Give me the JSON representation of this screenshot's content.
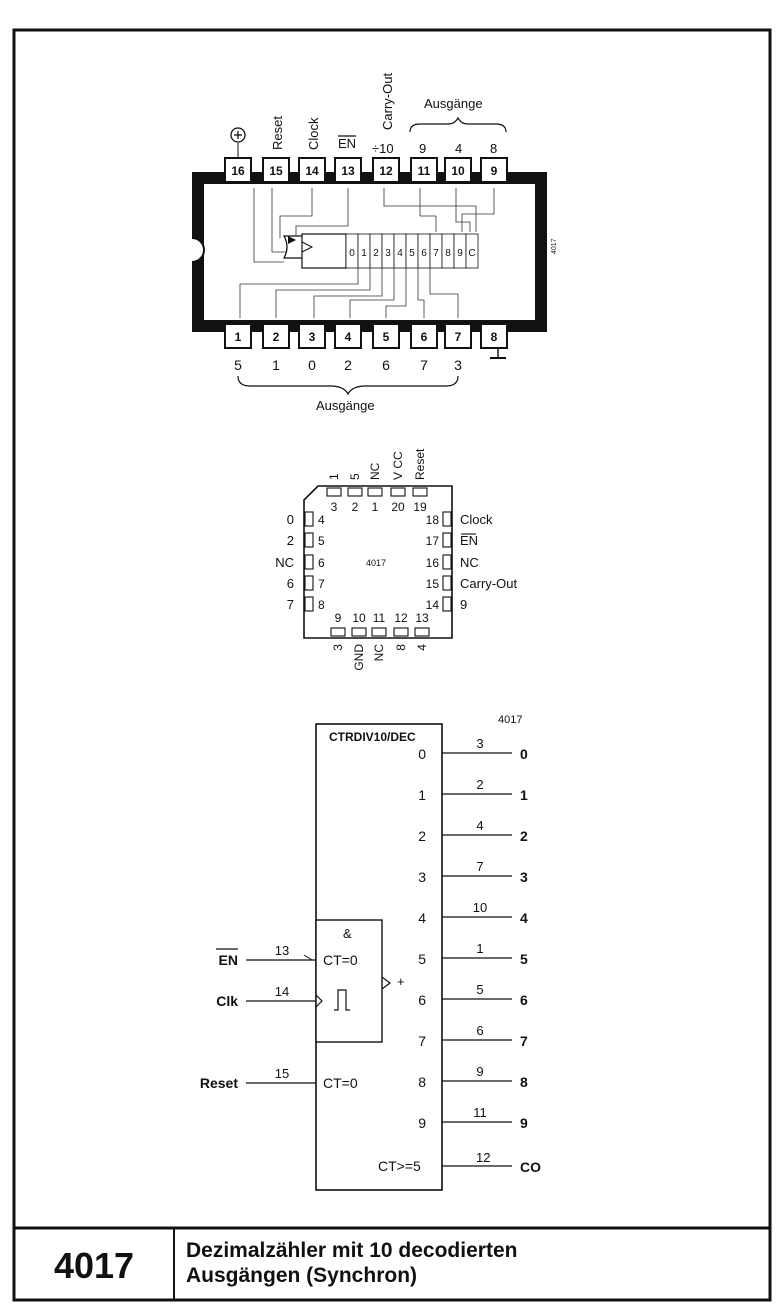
{
  "ic": "4017",
  "footer": {
    "number": "4017",
    "title_line1": "Dezimalzähler mit 10 decodierten",
    "title_line2": "Ausgängen (Synchron)"
  },
  "dip": {
    "top_pin_numbers": [
      "16",
      "15",
      "14",
      "13",
      "12",
      "11",
      "10",
      "9"
    ],
    "top_labels": [
      "⊕",
      "Reset",
      "Clock",
      "EN",
      "Carry-Out"
    ],
    "top_function_labels": [
      "÷10",
      "9",
      "4",
      "8"
    ],
    "top_group_label": "Ausgänge",
    "bottom_pin_numbers": [
      "1",
      "2",
      "3",
      "4",
      "5",
      "6",
      "7",
      "8"
    ],
    "bottom_labels": [
      "5",
      "1",
      "0",
      "2",
      "6",
      "7",
      "3",
      "⊥"
    ],
    "bottom_group_label": "Ausgänge",
    "counter_cells": [
      "0",
      "1",
      "2",
      "3",
      "4",
      "5",
      "6",
      "7",
      "8",
      "9",
      "C"
    ],
    "chip_mark": "4017"
  },
  "plcc": {
    "top_labels": [
      "1",
      "5",
      "NC",
      "V CC",
      "Reset"
    ],
    "top_pins": [
      "3",
      "2",
      "1",
      "20",
      "19"
    ],
    "left_labels": [
      "0",
      "2",
      "NC",
      "6",
      "7"
    ],
    "left_pins": [
      "4",
      "5",
      "6",
      "7",
      "8"
    ],
    "right_pins": [
      "18",
      "17",
      "16",
      "15",
      "14"
    ],
    "right_labels": [
      "Clock",
      "EN",
      "NC",
      "Carry-Out",
      "9"
    ],
    "bottom_pins": [
      "9",
      "10",
      "11",
      "12",
      "13"
    ],
    "bottom_labels": [
      "3",
      "GND",
      "NC",
      "8",
      "4"
    ],
    "center_label": "4017"
  },
  "logic": {
    "part_label": "4017",
    "header": "CTRDIV10/DEC",
    "outputs": [
      {
        "index": "0",
        "pin": "3",
        "name": "0"
      },
      {
        "index": "1",
        "pin": "2",
        "name": "1"
      },
      {
        "index": "2",
        "pin": "4",
        "name": "2"
      },
      {
        "index": "3",
        "pin": "7",
        "name": "3"
      },
      {
        "index": "4",
        "pin": "10",
        "name": "4"
      },
      {
        "index": "5",
        "pin": "1",
        "name": "5"
      },
      {
        "index": "6",
        "pin": "5",
        "name": "6"
      },
      {
        "index": "7",
        "pin": "6",
        "name": "7"
      },
      {
        "index": "8",
        "pin": "9",
        "name": "8"
      },
      {
        "index": "9",
        "pin": "11",
        "name": "9"
      }
    ],
    "carry": {
      "label": "CT>=5",
      "pin": "12",
      "name": "CO"
    },
    "and_symbol": "&",
    "ct_zero": "CT=0",
    "plus": "+",
    "schmitt": "⎍",
    "inputs": [
      {
        "name": "EN",
        "pin": "13"
      },
      {
        "name": "Clk",
        "pin": "14"
      },
      {
        "name": "Reset",
        "pin": "15"
      }
    ]
  }
}
